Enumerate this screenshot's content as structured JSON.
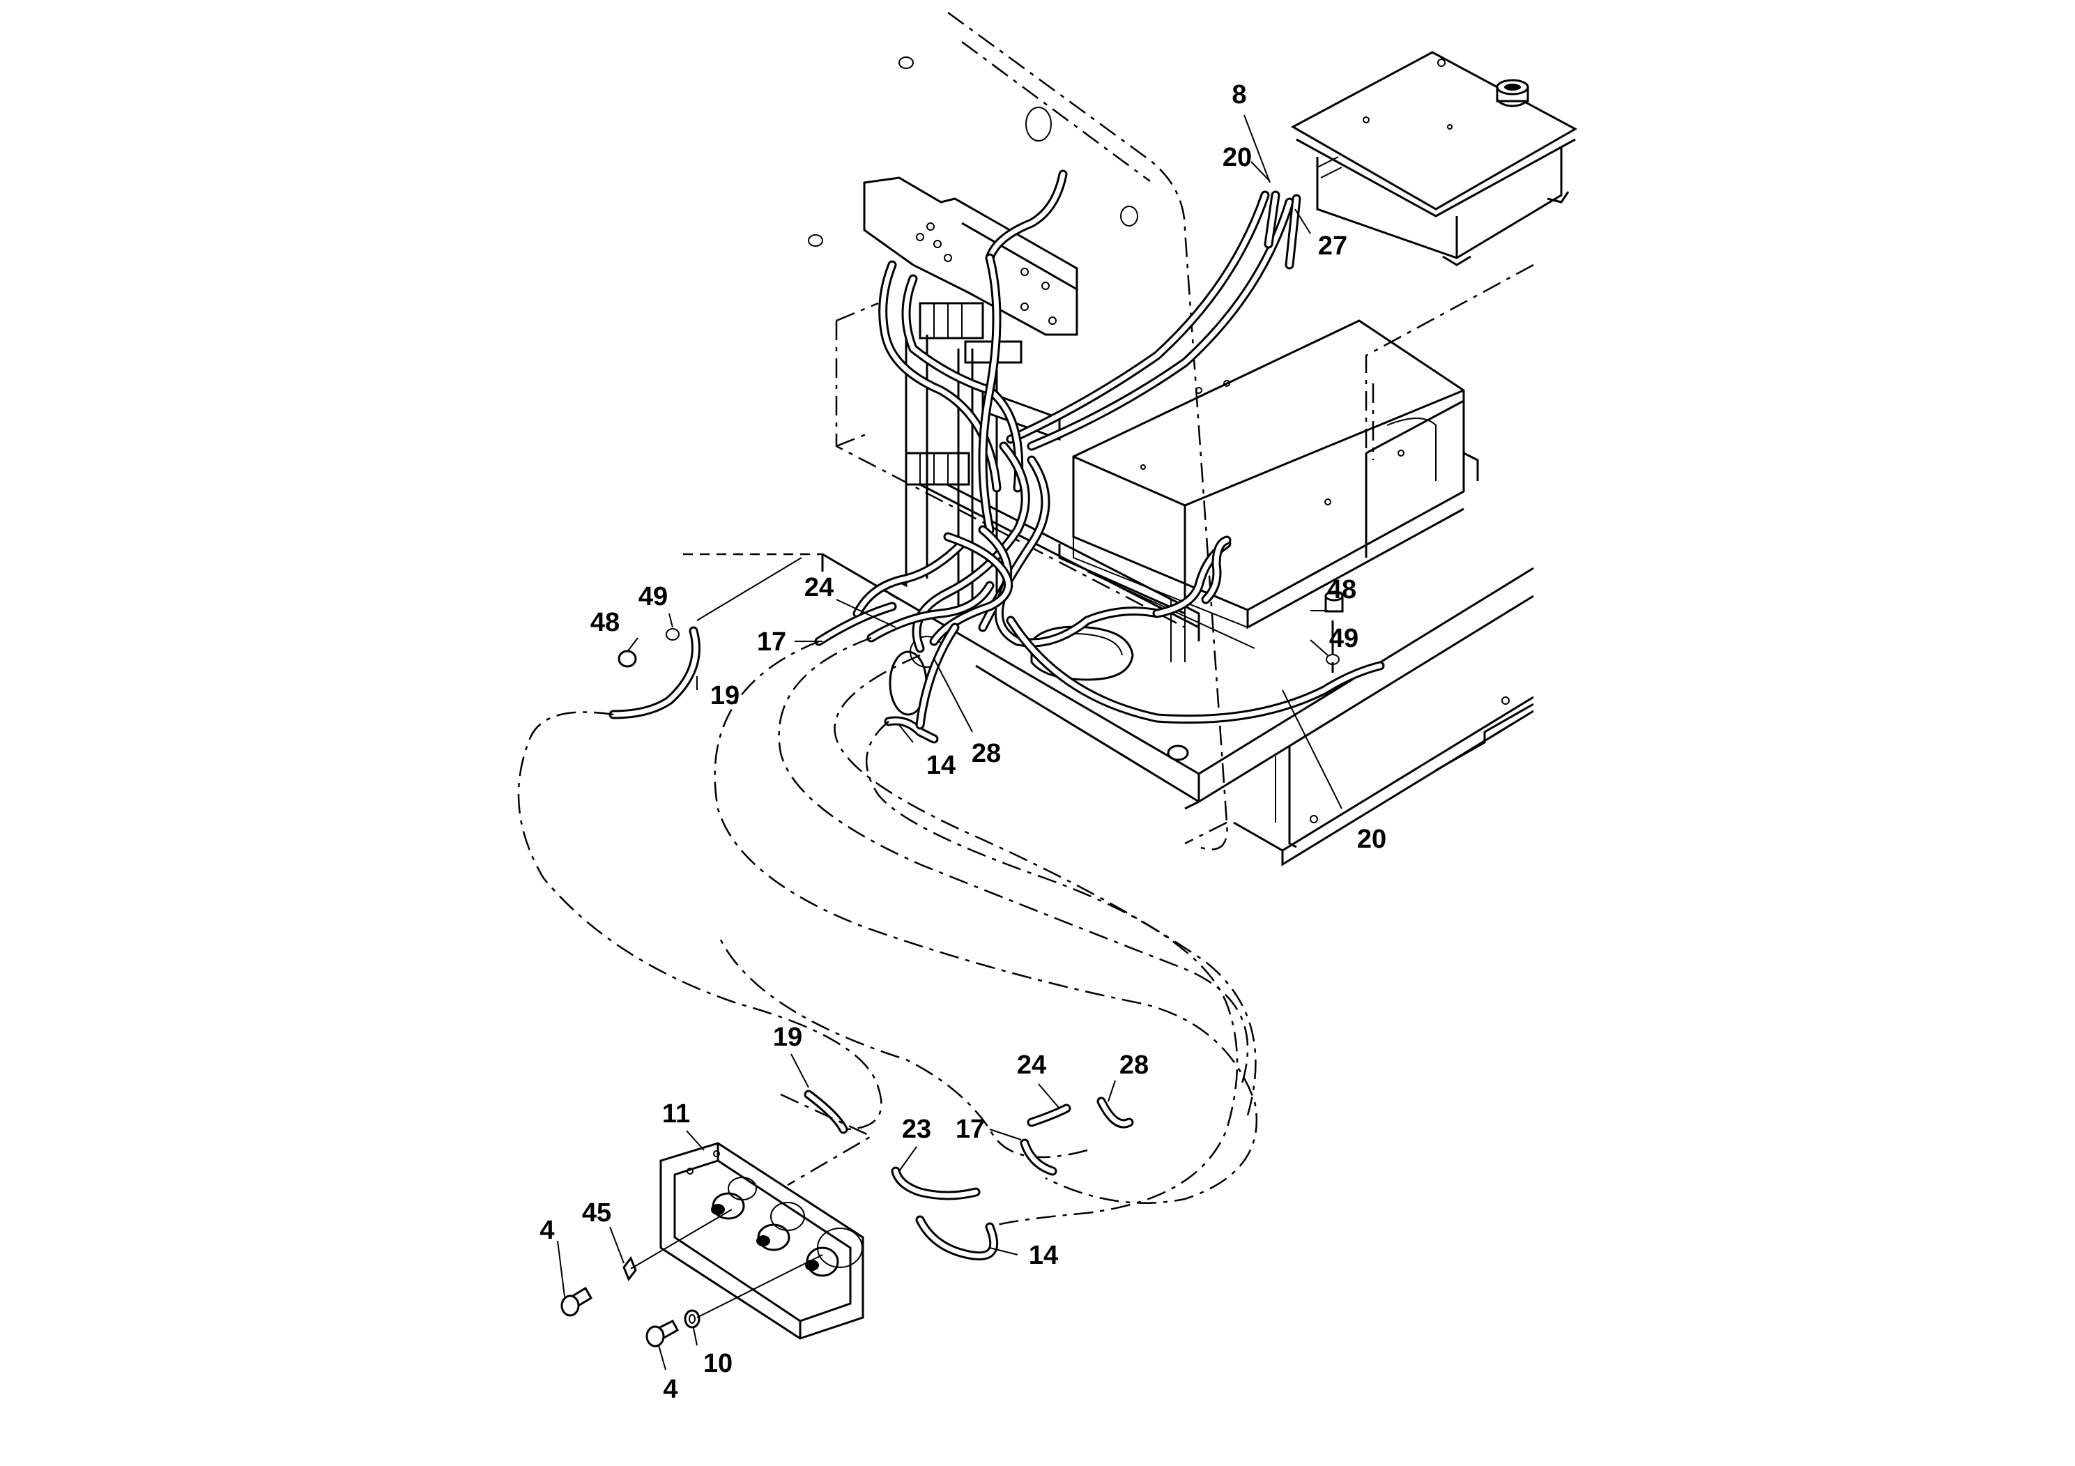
{
  "callouts": [
    {
      "id": "c8a",
      "text": "8"
    },
    {
      "id": "c20a",
      "text": "20"
    },
    {
      "id": "c27",
      "text": "27"
    },
    {
      "id": "c48a",
      "text": "48"
    },
    {
      "id": "c49a",
      "text": "49"
    },
    {
      "id": "c20b",
      "text": "20"
    },
    {
      "id": "c24a",
      "text": "24"
    },
    {
      "id": "c17a",
      "text": "17"
    },
    {
      "id": "c49b",
      "text": "49"
    },
    {
      "id": "c48b",
      "text": "48"
    },
    {
      "id": "c19a",
      "text": "19"
    },
    {
      "id": "c14a",
      "text": "14"
    },
    {
      "id": "c28a",
      "text": "28"
    },
    {
      "id": "c19b",
      "text": "19"
    },
    {
      "id": "c24b",
      "text": "24"
    },
    {
      "id": "c28b",
      "text": "28"
    },
    {
      "id": "c11",
      "text": "11"
    },
    {
      "id": "c23",
      "text": "23"
    },
    {
      "id": "c17b",
      "text": "17"
    },
    {
      "id": "c45",
      "text": "45"
    },
    {
      "id": "c4a",
      "text": "4"
    },
    {
      "id": "c14b",
      "text": "14"
    },
    {
      "id": "c10",
      "text": "10"
    },
    {
      "id": "c4b",
      "text": "4"
    }
  ]
}
